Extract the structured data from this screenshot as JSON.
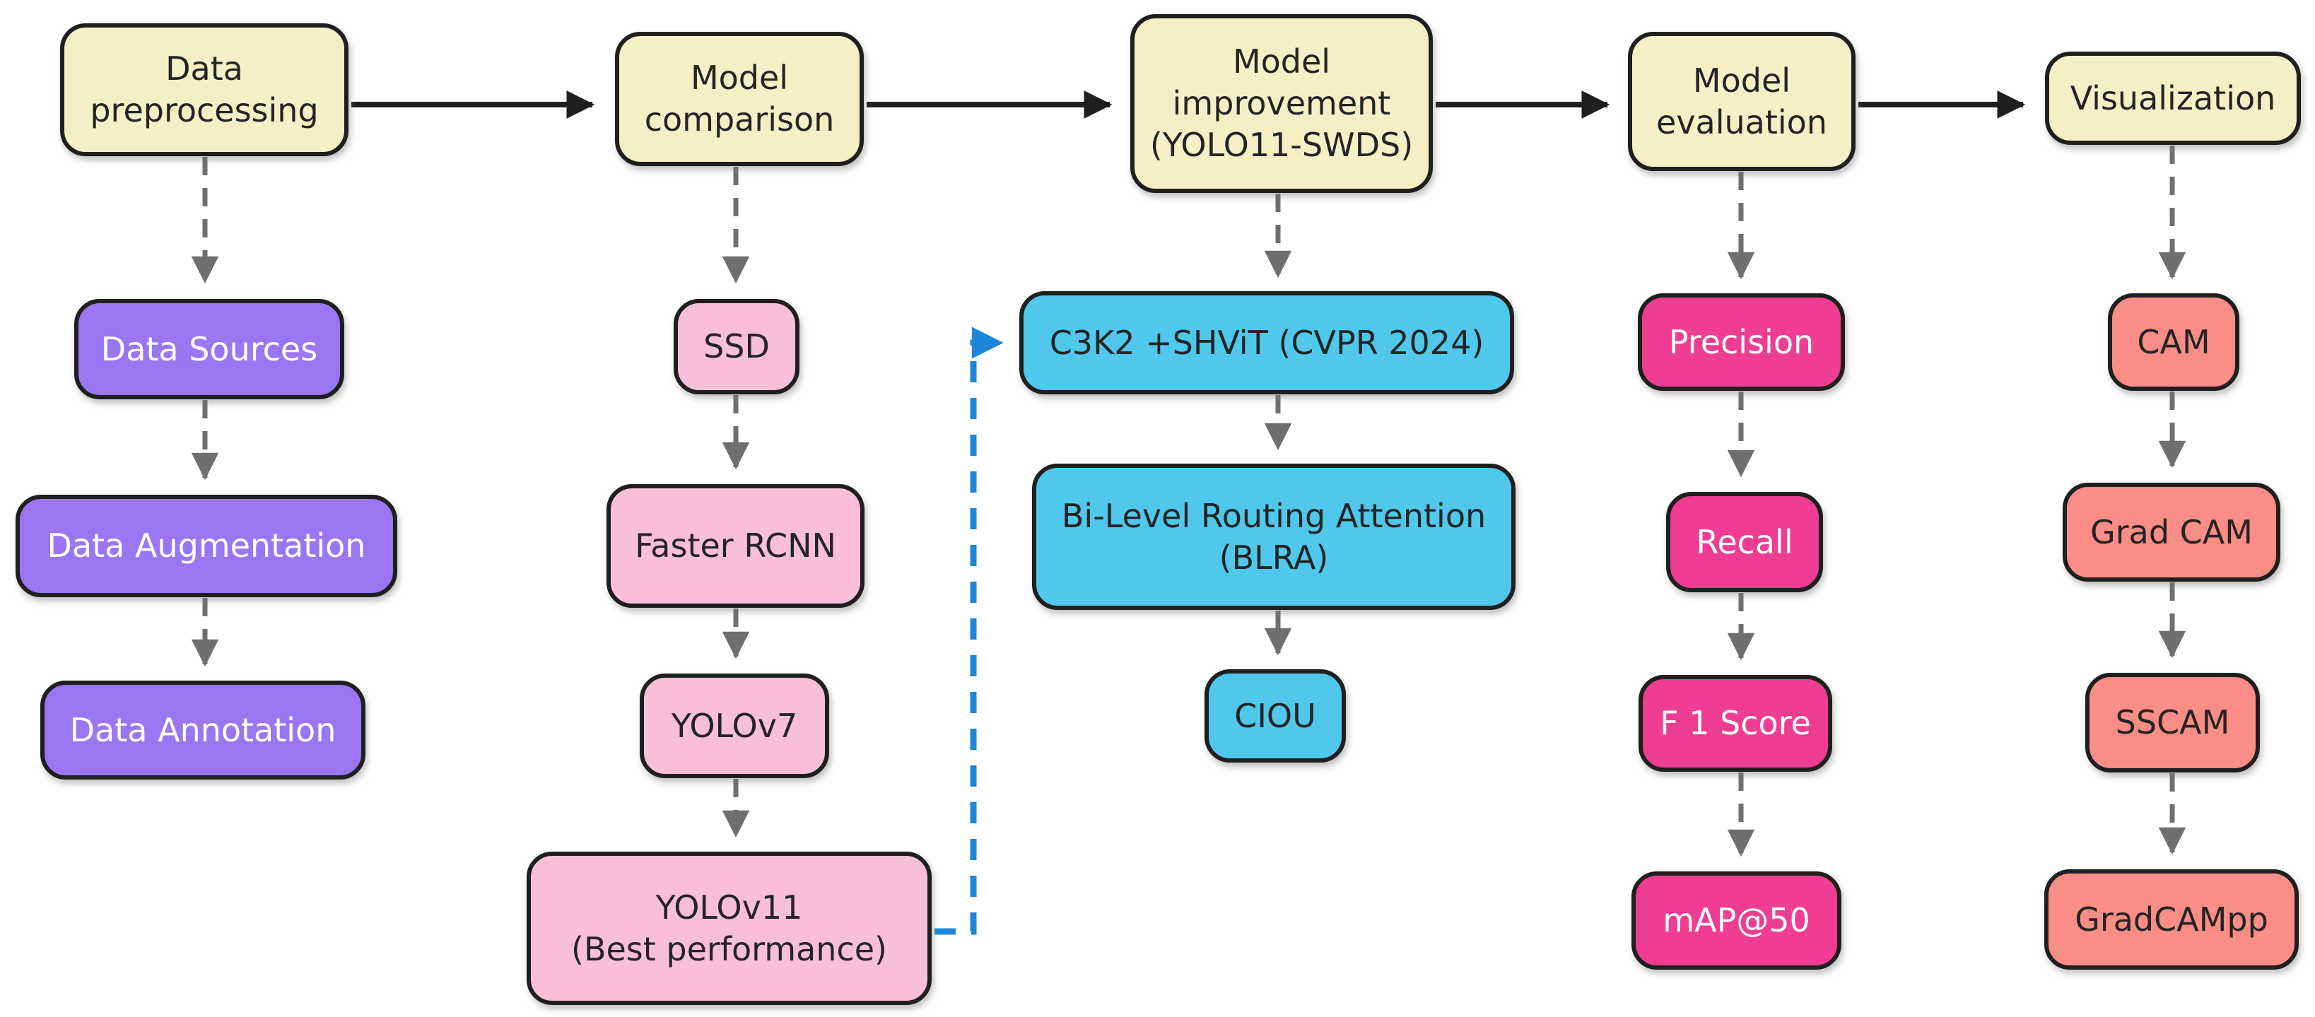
{
  "colors": {
    "cream": "#f6efc6",
    "purple": "#9a76f2",
    "pink": "#f9bfd9",
    "cyan": "#4fc8ec",
    "magenta": "#ee3d92",
    "salmon": "#fa8d85",
    "border": "#1f1f1f",
    "arrow_black": "#1f1f1f",
    "connector_gray": "#6f6f6f",
    "connector_blue": "#1d86d8"
  },
  "nodes": {
    "data_preprocessing": "Data\npreprocessing",
    "data_sources": "Data Sources",
    "data_augmentation": "Data Augmentation",
    "data_annotation": "Data Annotation",
    "model_comparison": "Model\ncomparison",
    "ssd": "SSD",
    "faster_rcnn": "Faster RCNN",
    "yolov7": "YOLOv7",
    "yolov11": "YOLOv11\n(Best performance)",
    "model_improvement": "Model\nimprovement\n(YOLO11-SWDS)",
    "c3k2": "C3K2 +SHViT (CVPR 2024)",
    "blra": "Bi-Level Routing Attention\n(BLRA)",
    "ciou": "CIOU",
    "model_evaluation": "Model\nevaluation",
    "precision": "Precision",
    "recall": "Recall",
    "f1_score": "F 1 Score",
    "map50": "mAP@50",
    "visualization": "Visualization",
    "cam": "CAM",
    "grad_cam": "Grad CAM",
    "sscam": "SSCAM",
    "gradcampp": "GradCAMpp"
  },
  "flow": [
    {
      "from": "data_preprocessing",
      "to": "model_comparison",
      "style": "solid-black"
    },
    {
      "from": "model_comparison",
      "to": "model_improvement",
      "style": "solid-black"
    },
    {
      "from": "model_improvement",
      "to": "model_evaluation",
      "style": "solid-black"
    },
    {
      "from": "model_evaluation",
      "to": "visualization",
      "style": "solid-black"
    },
    {
      "from": "data_preprocessing",
      "to": "data_sources",
      "style": "dashed-gray"
    },
    {
      "from": "data_sources",
      "to": "data_augmentation",
      "style": "dashed-gray"
    },
    {
      "from": "data_augmentation",
      "to": "data_annotation",
      "style": "dashed-gray"
    },
    {
      "from": "model_comparison",
      "to": "ssd",
      "style": "dashed-gray"
    },
    {
      "from": "ssd",
      "to": "faster_rcnn",
      "style": "dashed-gray"
    },
    {
      "from": "faster_rcnn",
      "to": "yolov7",
      "style": "dashed-gray"
    },
    {
      "from": "yolov7",
      "to": "yolov11",
      "style": "dashed-gray"
    },
    {
      "from": "model_improvement",
      "to": "c3k2",
      "style": "dashed-gray"
    },
    {
      "from": "c3k2",
      "to": "blra",
      "style": "dashed-gray"
    },
    {
      "from": "blra",
      "to": "ciou",
      "style": "dashed-gray"
    },
    {
      "from": "model_evaluation",
      "to": "precision",
      "style": "dashed-gray"
    },
    {
      "from": "precision",
      "to": "recall",
      "style": "dashed-gray"
    },
    {
      "from": "recall",
      "to": "f1_score",
      "style": "dashed-gray"
    },
    {
      "from": "f1_score",
      "to": "map50",
      "style": "dashed-gray"
    },
    {
      "from": "visualization",
      "to": "cam",
      "style": "dashed-gray"
    },
    {
      "from": "cam",
      "to": "grad_cam",
      "style": "dashed-gray"
    },
    {
      "from": "grad_cam",
      "to": "sscam",
      "style": "dashed-gray"
    },
    {
      "from": "sscam",
      "to": "gradcampp",
      "style": "dashed-gray"
    },
    {
      "from": "yolov11",
      "to": "c3k2",
      "style": "dashed-blue"
    }
  ]
}
